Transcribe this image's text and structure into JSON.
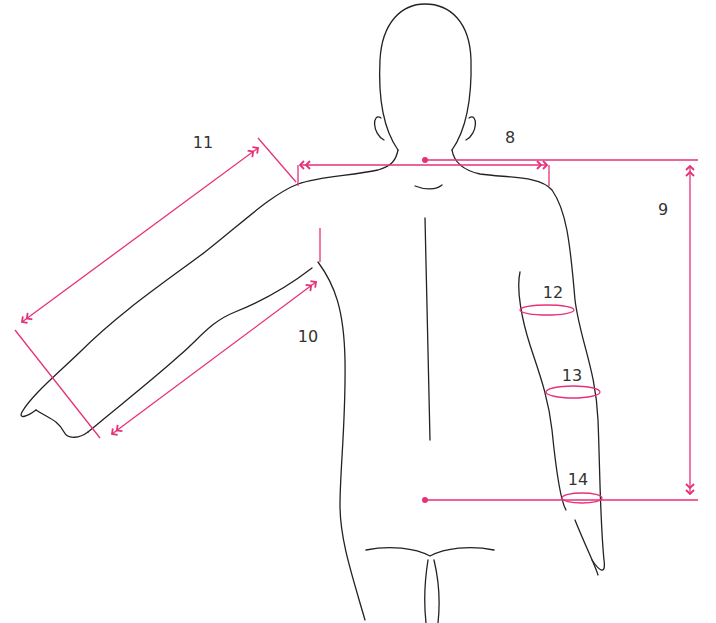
{
  "diagram": {
    "labels": [
      "8",
      "11",
      "9",
      "12",
      "10",
      "13",
      "14"
    ]
  }
}
